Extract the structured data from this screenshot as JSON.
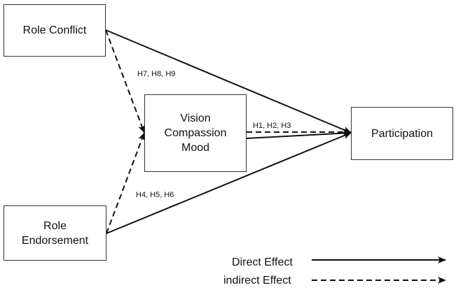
{
  "diagram": {
    "nodes": {
      "role_conflict": "Role Conflict",
      "vision_compassion_mood": [
        "Vision",
        "Compassion",
        "Mood"
      ],
      "participation": "Participation",
      "role_endorsement": [
        "Role",
        "Endorsement"
      ]
    },
    "edges": [
      {
        "from": "Role Conflict",
        "to": "Participation",
        "effect": "direct"
      },
      {
        "from": "Role Endorsement",
        "to": "Participation",
        "effect": "direct"
      },
      {
        "from": "Vision Compassion Mood",
        "to": "Participation",
        "effect": "direct"
      },
      {
        "from": "Vision Compassion Mood",
        "to": "Participation",
        "effect": "indirect"
      },
      {
        "from": "Role Conflict",
        "to": "Vision Compassion Mood",
        "effect": "indirect"
      },
      {
        "from": "Role Endorsement",
        "to": "Vision Compassion Mood",
        "effect": "indirect"
      }
    ],
    "hypothesis_labels": {
      "h789": "H7, H8, H9",
      "h123": "H1, H2, H3",
      "h456": "H4, H5, H6"
    },
    "legend": {
      "direct": "Direct Effect",
      "indirect": "indirect Effect"
    },
    "line_color": "#111111"
  }
}
